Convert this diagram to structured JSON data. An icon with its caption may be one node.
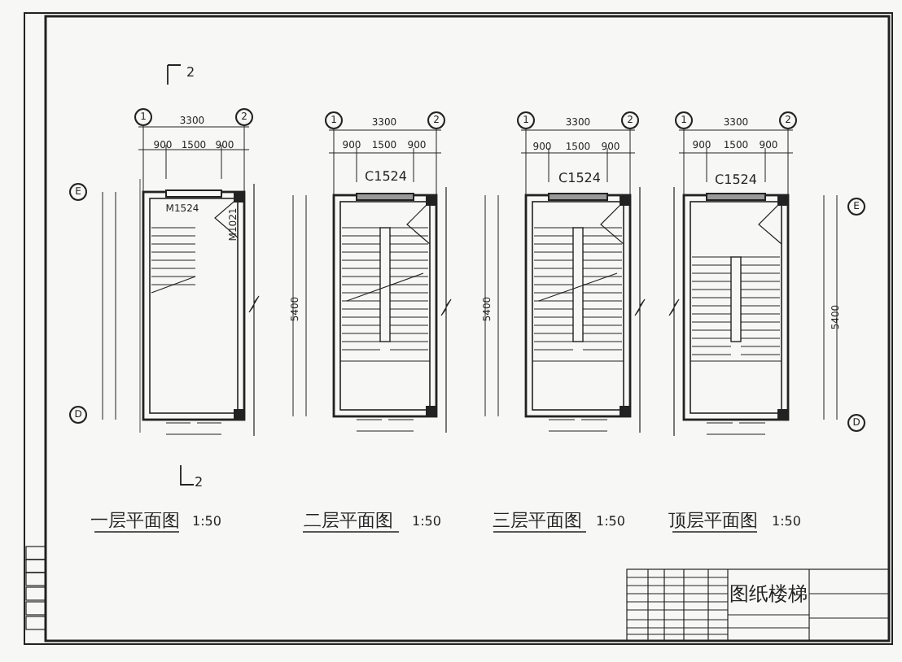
{
  "diagram": {
    "nodes": [
      {
        "text": [
          "1"
        ]
      },
      {
        "text": [
          "2"
        ]
      },
      {
        "text": [
          "E"
        ]
      },
      {
        "text": [
          "D"
        ]
      },
      {
        "text": [
          "1"
        ]
      },
      {
        "text": [
          "2"
        ]
      },
      {
        "text": [
          "1"
        ]
      },
      {
        "text": [
          "2"
        ]
      },
      {
        "text": [
          "1"
        ]
      },
      {
        "text": [
          "2"
        ]
      },
      {
        "text": [
          "E"
        ]
      },
      {
        "text": [
          "D"
        ]
      }
    ],
    "labels": [
      "2",
      "3300",
      "900",
      "1500",
      "900",
      "M1524",
      "M1021",
      "2",
      "3300",
      "900",
      "1500",
      "900",
      "C1524",
      "5400",
      "3300",
      "900",
      "1500",
      "900",
      "C1524",
      "5400",
      "3300",
      "900",
      "1500",
      "900",
      "C1524",
      "5400",
      "一层平面图",
      "1:50",
      "二层平面图",
      "1:50",
      "三层平面图",
      "1:50",
      "顶层平面图",
      "1:50",
      "图纸楼梯"
    ]
  }
}
